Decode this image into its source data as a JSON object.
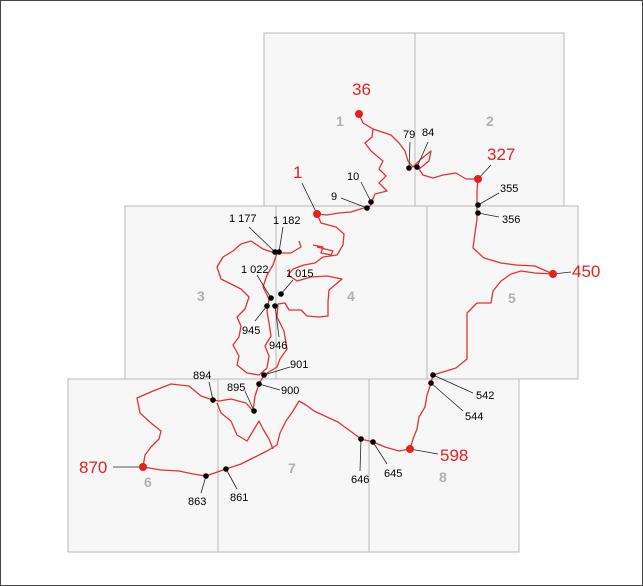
{
  "map": {
    "sheets": [
      {
        "number": "1"
      },
      {
        "number": "2"
      },
      {
        "number": "3"
      },
      {
        "number": "4"
      },
      {
        "number": "5"
      },
      {
        "number": "6"
      },
      {
        "number": "7"
      },
      {
        "number": "8"
      }
    ],
    "major_points": [
      {
        "id": "p36",
        "label": "36"
      },
      {
        "id": "p327",
        "label": "327"
      },
      {
        "id": "p1",
        "label": "1"
      },
      {
        "id": "p450",
        "label": "450"
      },
      {
        "id": "p598",
        "label": "598"
      },
      {
        "id": "p870",
        "label": "870"
      }
    ],
    "minor_points": [
      {
        "id": "p79",
        "label": "79"
      },
      {
        "id": "p84",
        "label": "84"
      },
      {
        "id": "p10",
        "label": "10"
      },
      {
        "id": "p9",
        "label": "9"
      },
      {
        "id": "p355",
        "label": "355"
      },
      {
        "id": "p356",
        "label": "356"
      },
      {
        "id": "p1177",
        "label": "1 177"
      },
      {
        "id": "p1182",
        "label": "1 182"
      },
      {
        "id": "p1022",
        "label": "1 022"
      },
      {
        "id": "p1015",
        "label": "1 015"
      },
      {
        "id": "p945",
        "label": "945"
      },
      {
        "id": "p946",
        "label": "946"
      },
      {
        "id": "p901",
        "label": "901"
      },
      {
        "id": "p894",
        "label": "894"
      },
      {
        "id": "p895",
        "label": "895"
      },
      {
        "id": "p900",
        "label": "900"
      },
      {
        "id": "p542",
        "label": "542"
      },
      {
        "id": "p544",
        "label": "544"
      },
      {
        "id": "p646",
        "label": "646"
      },
      {
        "id": "p645",
        "label": "645"
      },
      {
        "id": "p863",
        "label": "863"
      },
      {
        "id": "p861",
        "label": "861"
      }
    ],
    "colors": {
      "route": "#e8302e",
      "major_point": "#e8201e",
      "minor_point": "#000000",
      "sheet_number": "#b0b0b0"
    }
  }
}
